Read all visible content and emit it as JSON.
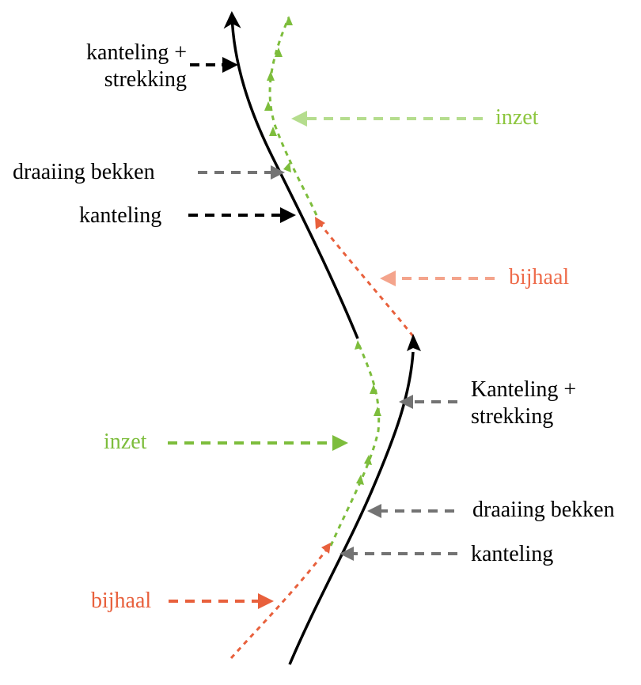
{
  "labels": {
    "top_kanteling_strekking_line1": "kanteling +",
    "top_kanteling_strekking_line2": "strekking",
    "top_inzet": "inzet",
    "top_draaiing_bekken": "draaiing bekken",
    "top_kanteling": "kanteling",
    "top_bijhaal": "bijhaal",
    "bottom_kanteling_strekking_line1": "Kanteling +",
    "bottom_kanteling_strekking_line2": "strekking",
    "bottom_inzet": "inzet",
    "bottom_draaiing_bekken": "draaiing bekken",
    "bottom_kanteling": "kanteling",
    "bottom_bijhaal": "bijhaal"
  },
  "colors": {
    "black_path": "#000000",
    "green_path": "#7dbd3c",
    "red_path": "#e8603c",
    "light_green_arrow": "#b5dd8e",
    "salmon_arrow": "#f4a48c",
    "gray_arrow": "#737373"
  }
}
